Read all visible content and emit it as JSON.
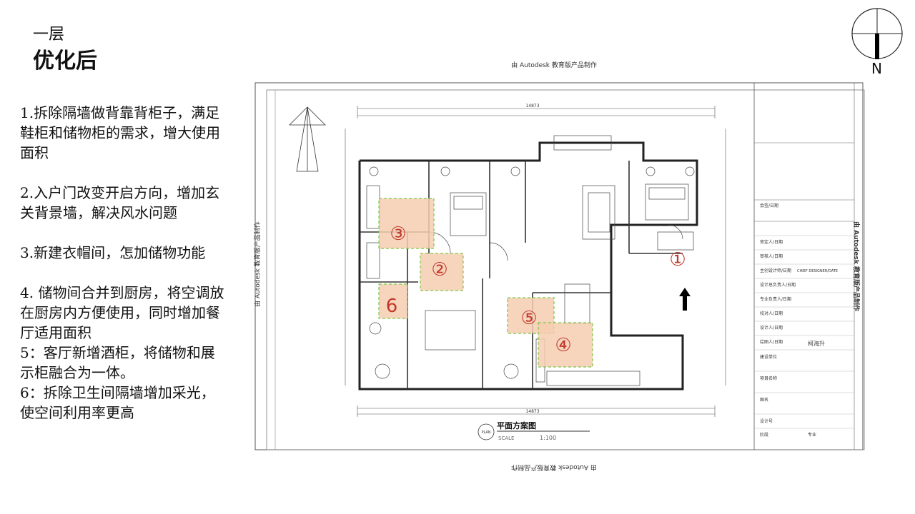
{
  "slide": {
    "subtitle": "一层",
    "title": "优化后"
  },
  "notes": [
    "1.拆除隔墙做背靠背柜子，满足鞋柜和储物柜的需求，增大使用面积",
    "2.入户门改变开启方向，增加玄关背景墙，解决风水问题",
    "3.新建衣帽间，怎加储物功能",
    "4. 储物间合并到厨房，将空调放在厨房内方便使用，同时增加餐厅适用面积",
    "5：客厅新增酒柜，将储物和展示柜融合为一体。",
    "6：拆除卫生间隔墙增加采光，使空间利用率更高"
  ],
  "compass": {
    "label": "N"
  },
  "plan": {
    "watermark_top": "由 Autodesk 教育版产品制作",
    "watermark_bottom": "由 Autodesk 教育版产品制作",
    "watermark_left": "由 Autodesk 教育版产品制作",
    "watermark_right": "由 Autodesk 教育版产品制作",
    "drawing_title": "平面方案图",
    "scale_label": "SCALE",
    "scale_value": "1:100",
    "plan_badge": "PLAN",
    "total_top_dim": "14873",
    "total_bottom_dim": "14873",
    "markers": [
      "①",
      "②",
      "③",
      "④",
      "⑤",
      "6"
    ],
    "title_block": {
      "rows": [
        "会签/日期",
        "审定人/日期",
        "审核人/日期",
        "主创设计师/日期",
        "设计总负责人/日期",
        "专业负责人/日期",
        "校对人/日期",
        "设计人/日期",
        "绘图人/日期",
        "建设单位",
        "项目名称",
        "图名",
        "设计号",
        "阶段",
        "专业"
      ],
      "drafter_name": "柯海升",
      "designer_en": "CHIEF DESIGNER/DATE"
    },
    "highlight_color": "#f6cdb0",
    "outline_color": "#7ac943",
    "marker_color": "#c0392b"
  }
}
